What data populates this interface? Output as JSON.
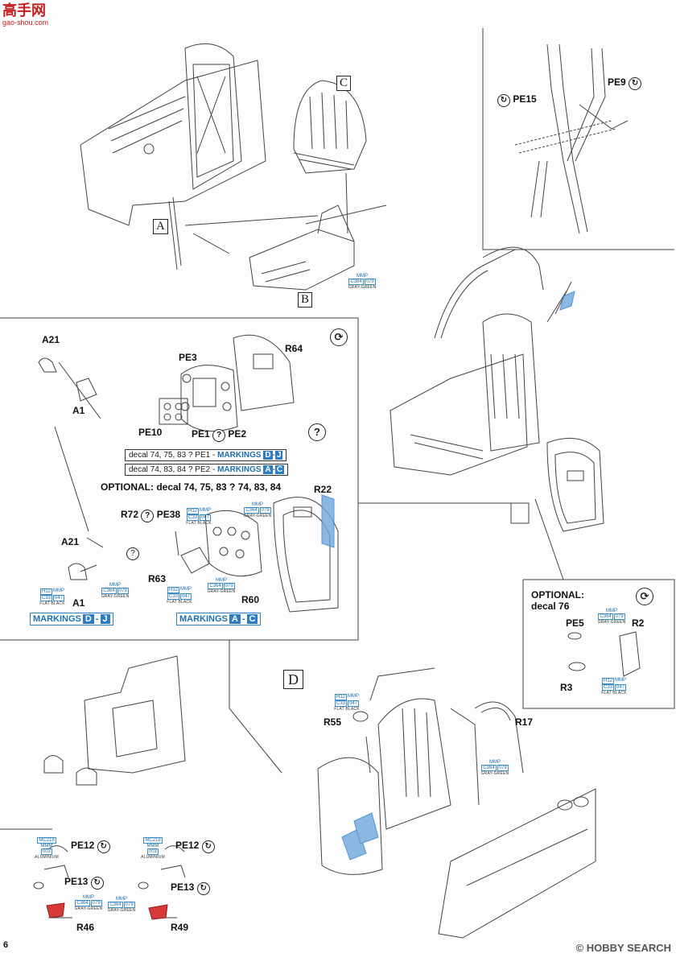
{
  "header": {
    "logo_text": "高手网",
    "logo_url_text": "gao-shou.com"
  },
  "page_number": "6",
  "footer": {
    "brand": "HOBBY SEARCH",
    "copyright": "©"
  },
  "sections": {
    "top": {
      "parts": {
        "A": "A",
        "B": "B",
        "C": "C"
      },
      "paint": {
        "code": "C364",
        "mmp": "MMP",
        "num": "079",
        "name": "GRAY-GREEN"
      }
    },
    "belts": {
      "pe15": "PE15",
      "pe9": "PE9"
    },
    "panel": {
      "a21_top": "A21",
      "a1_top": "A1",
      "pe3": "PE3",
      "r64": "R64",
      "pe10": "PE10",
      "pe1": "PE1",
      "pe2": "PE2",
      "q": "?",
      "decal1": "decal 74, 75, 83 ? PE1 - ",
      "decal1_mk": "MARKINGS",
      "decal1_a": "D",
      "decal1_b": "J",
      "decal2": "decal 74, 83, 84 ? PE2 - ",
      "decal2_mk": "MARKINGS",
      "decal2_a": "A",
      "decal2_b": "C",
      "optional": "OPTIONAL: decal 74, 75, 83 ? 74, 83, 84",
      "r72": "R72",
      "pe38": "PE38",
      "r22": "R22",
      "a21_mid": "A21",
      "r63": "R63",
      "r60": "R60",
      "a1_bottom": "A1",
      "markings_left": "MARKINGS",
      "mk_left_a": "D",
      "mk_left_b": "J",
      "markings_right": "MARKINGS",
      "mk_right_a": "A",
      "mk_right_b": "C",
      "paints": {
        "h12": "H12",
        "c33": "C33",
        "mmp": "MMP",
        "n047": "047",
        "flat_black": "FLAT BLACK",
        "c364": "C364",
        "n079": "079",
        "gray_green": "GRAY-GREEN"
      }
    },
    "optional_box": {
      "title": "OPTIONAL:",
      "title2": "decal 76",
      "pe5": "PE5",
      "r2": "R2",
      "r3": "R3",
      "paints": {
        "c364": "C364",
        "mmp": "MMP",
        "n079": "079",
        "gray_green": "GRAY-GREEN",
        "h12": "H12",
        "c33": "C33",
        "n047": "047",
        "flat_black": "FLAT BLACK"
      }
    },
    "bottom_left": {
      "pe12_a": "PE12",
      "pe13_a": "PE13",
      "r46": "R46",
      "pe12_b": "PE12",
      "pe13_b": "PE13",
      "r49": "R49",
      "paints": {
        "mc218": "MC218",
        "mmm": "MMM",
        "n003": "003",
        "aluminium": "ALUMINIUM",
        "c364": "C364",
        "mmp": "MMP",
        "n079": "079",
        "gray_green": "GRAY-GREEN"
      }
    },
    "bottom_right": {
      "d": "D",
      "r55": "R55",
      "r17": "R17",
      "paints": {
        "h12": "H12",
        "c33": "C33",
        "mmp": "MMP",
        "n047": "047",
        "flat_black": "FLAT BLACK",
        "c364": "C364",
        "n079": "079",
        "gray_green": "GRAY-GREEN"
      }
    }
  },
  "colors": {
    "accent_blue": "#2d7dc4",
    "highlight_red": "#d83a3a"
  }
}
